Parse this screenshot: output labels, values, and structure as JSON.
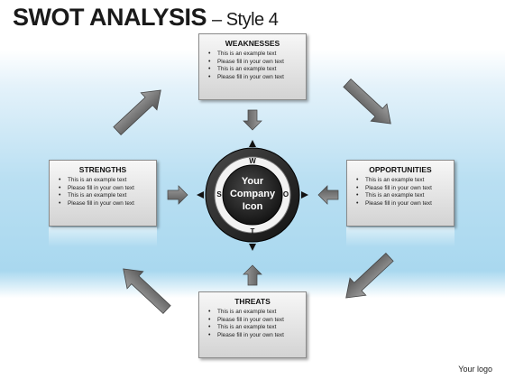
{
  "title": {
    "main": "SWOT ANALYSIS",
    "sub": "– Style 4"
  },
  "weaknesses": {
    "heading": "WEAKNESSES",
    "lines": [
      "This is an example text",
      "Please fill in your own text",
      "This is an example text",
      "Please fill in your own text"
    ]
  },
  "strengths": {
    "heading": "STRENGTHS",
    "lines": [
      "This is an example text",
      "Please fill in your own text",
      "This is an example text",
      "Please fill in your own text"
    ]
  },
  "opportunities": {
    "heading": "OPPORTUNITIES",
    "lines": [
      "This is an example text",
      "Please fill in your own text",
      "This is an example text",
      "Please fill in your own text"
    ]
  },
  "threats": {
    "heading": "THREATS",
    "lines": [
      "This is an example text",
      "Please fill in your own text",
      "This is an example text",
      "Please fill in your own text"
    ]
  },
  "center": {
    "line1": "Your",
    "line2": "Company",
    "line3": "Icon"
  },
  "compass": {
    "n": "W",
    "w": "S",
    "e": "O",
    "s": "T"
  },
  "logo": "Your logo",
  "colors": {
    "arrow_gray": "#7f7f7f",
    "ring_dark": "#2a2a2a",
    "box_border": "#8a8a8a"
  }
}
